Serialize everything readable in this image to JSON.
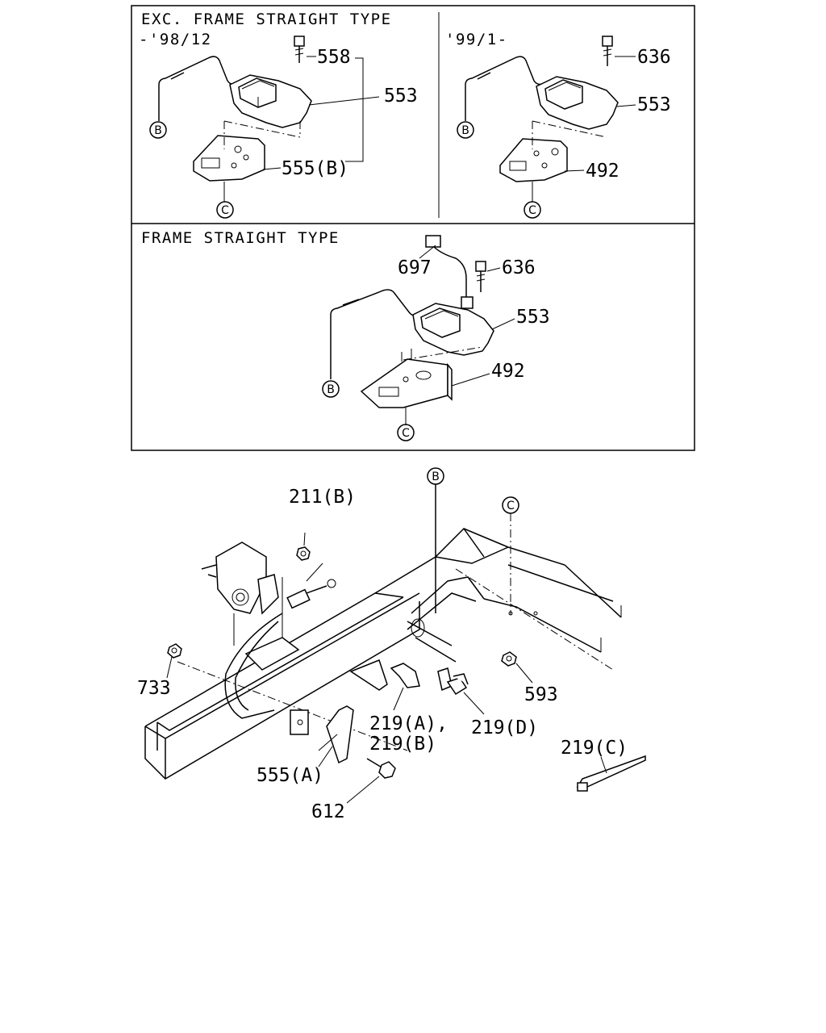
{
  "panels": {
    "top_left": {
      "title": "EXC. FRAME STRAIGHT TYPE",
      "subtitle": "-'98/12"
    },
    "top_right": {
      "subtitle": "'99/1-"
    },
    "middle": {
      "title": "FRAME STRAIGHT TYPE"
    }
  },
  "callouts": {
    "p558": "558",
    "p553_a": "553",
    "p555b": "555(B)",
    "p636_a": "636",
    "p553_b": "553",
    "p492_a": "492",
    "p697": "697",
    "p636_b": "636",
    "p553_c": "553",
    "p492_b": "492",
    "p211b": "211(B)",
    "p733": "733",
    "p593": "593",
    "p219ab_1": "219(A),",
    "p219ab_2": "219(B)",
    "p219d": "219(D)",
    "p219c": "219(C)",
    "p555a": "555(A)",
    "p612": "612"
  },
  "connectors": {
    "b": "B",
    "c": "C"
  }
}
